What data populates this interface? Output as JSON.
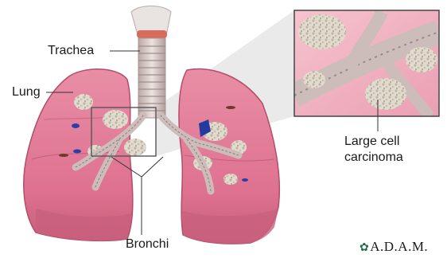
{
  "labels": {
    "trachea": "Trachea",
    "lung": "Lung",
    "bronchi": "Bronchi",
    "carcinoma_line1": "Large cell",
    "carcinoma_line2": "carcinoma"
  },
  "logo": {
    "text": "A.D.A.M."
  },
  "colors": {
    "lung_fill": "#e27d97",
    "lung_edge": "#b24d6a",
    "lung_base": "#c8607d",
    "trachea_ring": "#cdbbb8",
    "tumor": "#d8d0c2",
    "callout_bg": "#f3b4c2",
    "vessel_blue": "#2a3ea8",
    "leader_line": "#333333"
  },
  "icons": {
    "logo_mark": "leaf-icon"
  }
}
